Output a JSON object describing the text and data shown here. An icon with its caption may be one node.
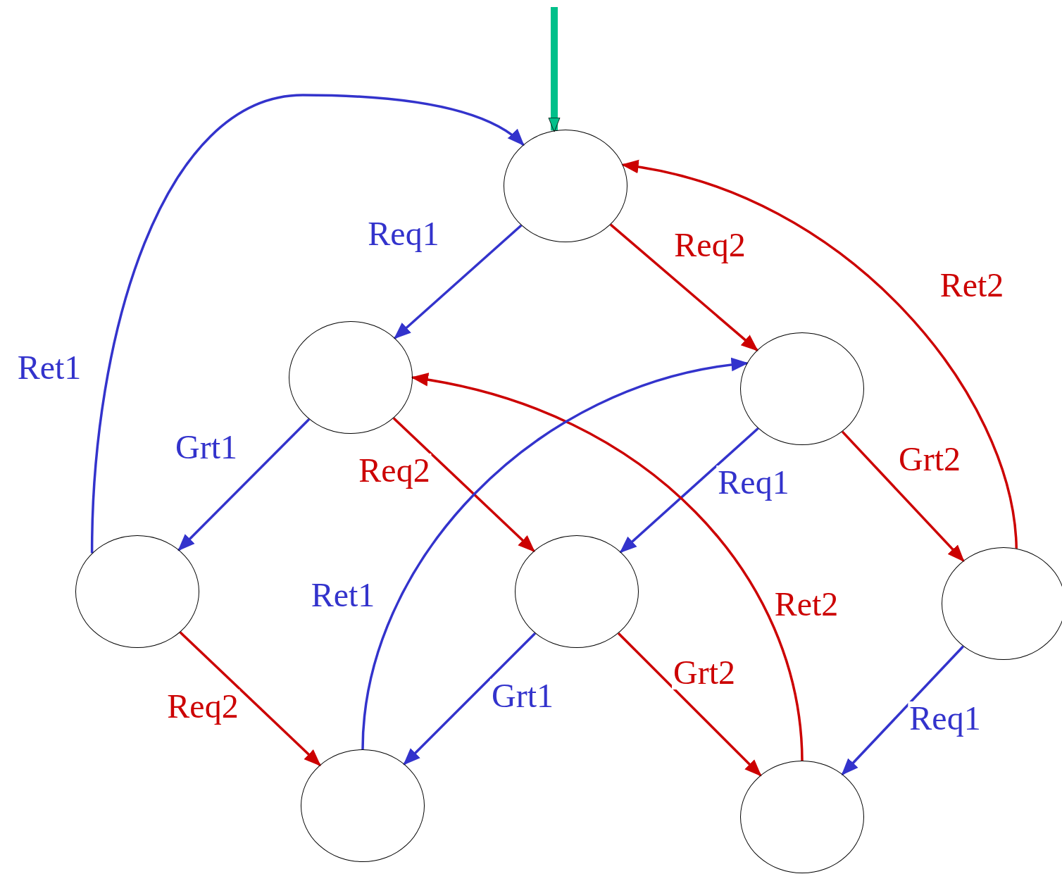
{
  "diagram": {
    "nodes": [
      {
        "text": [],
        "shape": "ellipse"
      },
      {
        "text": [],
        "shape": "ellipse"
      },
      {
        "text": [],
        "shape": "ellipse"
      },
      {
        "text": [],
        "shape": "ellipse"
      },
      {
        "text": [],
        "shape": "ellipse"
      },
      {
        "text": [],
        "shape": "ellipse"
      },
      {
        "text": [],
        "shape": "ellipse"
      },
      {
        "text": [],
        "shape": "ellipse"
      }
    ],
    "edges": [
      {
        "from": null,
        "to": 0,
        "arrow": "to",
        "style": "thick",
        "color": "#00c08a"
      },
      {
        "from": 0,
        "to": 1,
        "arrow": "to",
        "label": "Req1",
        "color": "#3333cc"
      },
      {
        "from": 0,
        "to": 2,
        "arrow": "to",
        "label": "Req2",
        "color": "#cc0000"
      },
      {
        "from": 5,
        "to": 0,
        "arrow": "to",
        "label": "Ret2",
        "color": "#cc0000"
      },
      {
        "from": 3,
        "to": 0,
        "arrow": "to",
        "label": "Ret1",
        "color": "#3333cc"
      },
      {
        "from": 1,
        "to": 3,
        "arrow": "to",
        "label": "Grt1",
        "color": "#3333cc"
      },
      {
        "from": 1,
        "to": 4,
        "arrow": "to",
        "label": "Req2",
        "color": "#cc0000"
      },
      {
        "from": 2,
        "to": 4,
        "arrow": "to",
        "label": "Req1",
        "color": "#3333cc"
      },
      {
        "from": 2,
        "to": 5,
        "arrow": "to",
        "label": "Grt2",
        "color": "#cc0000"
      },
      {
        "from": 7,
        "to": 1,
        "arrow": "to",
        "label": "Ret2",
        "color": "#cc0000"
      },
      {
        "from": 6,
        "to": 2,
        "arrow": "to",
        "label": "Ret1",
        "color": "#3333cc"
      },
      {
        "from": 3,
        "to": 6,
        "arrow": "to",
        "label": "Req2",
        "color": "#cc0000"
      },
      {
        "from": 4,
        "to": 6,
        "arrow": "to",
        "label": "Grt1",
        "color": "#3333cc"
      },
      {
        "from": 4,
        "to": 7,
        "arrow": "to",
        "label": "Grt2",
        "color": "#cc0000"
      },
      {
        "from": 5,
        "to": 7,
        "arrow": "to",
        "label": "Req1",
        "color": "#3333cc"
      }
    ]
  }
}
